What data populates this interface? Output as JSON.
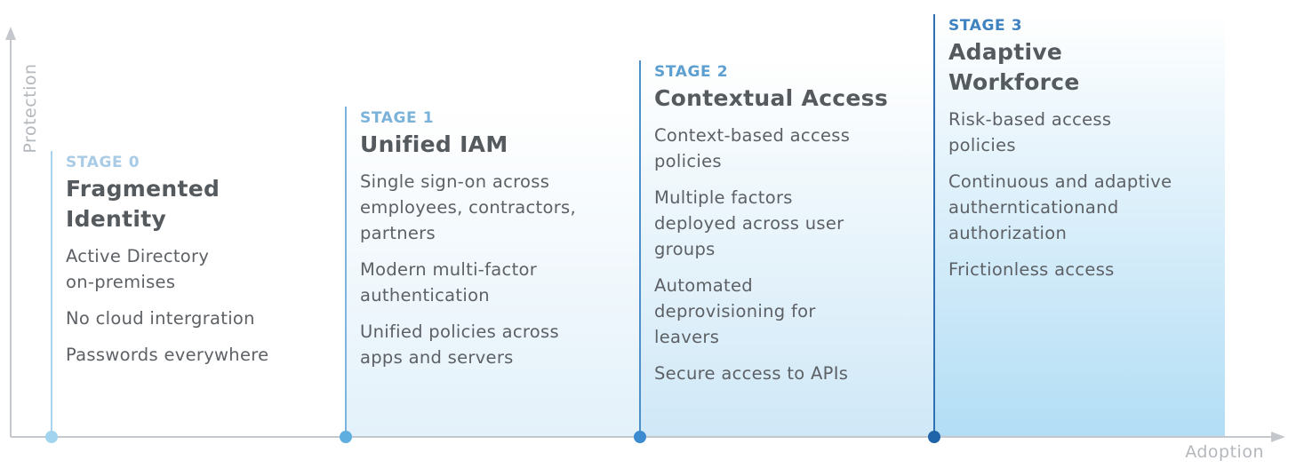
{
  "axes": {
    "y_label": "Protection",
    "x_label": "Adoption",
    "color": "#c4c8cc"
  },
  "stages": [
    {
      "tag": "STAGE 0",
      "title": "Fragmented\nIdentity",
      "items": [
        "Active Directory\non-premises",
        "No cloud intergration",
        "Passwords everywhere"
      ],
      "tag_color": "#a9cbe6",
      "line_color": "#a9d3ee",
      "dot_color": "#a2d4f0"
    },
    {
      "tag": "STAGE 1",
      "title": "Unified IAM",
      "items": [
        "Single sign-on across\nemployees, contractors,\npartners",
        "Modern multi-factor\nauthentication",
        "Unified policies across\napps and servers"
      ],
      "tag_color": "#7ab2da",
      "line_color": "#7db4de",
      "dot_color": "#5faee0"
    },
    {
      "tag": "STAGE 2",
      "title": "Contextual Access",
      "items": [
        "Context-based access\npolicies",
        "Multiple factors\ndeployed across user\ngroups",
        "Automated\ndeprovisioning for\nleavers",
        "Secure access to APIs"
      ],
      "tag_color": "#5c9fd0",
      "line_color": "#4d8fc9",
      "dot_color": "#3c8ad0"
    },
    {
      "tag": "STAGE 3",
      "title": "Adaptive\nWorkforce",
      "items": [
        "Risk-based access\npolicies",
        "Continuous and adaptive\nauthernticationand\nauthorization",
        "Frictionless access"
      ],
      "tag_color": "#3f82c0",
      "line_color": "#2f6fb2",
      "dot_color": "#1f63a8"
    }
  ]
}
